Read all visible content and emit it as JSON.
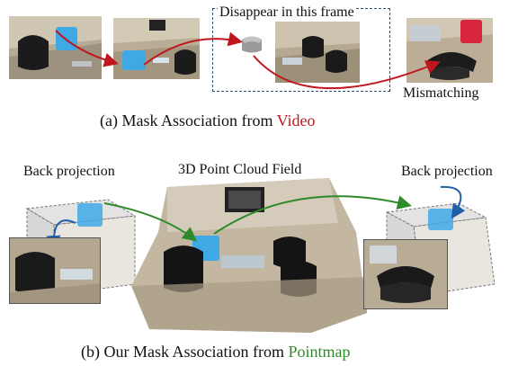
{
  "panel_a": {
    "label_disappear": "Disappear in this frame",
    "label_mismatching": "Mismatching",
    "caption_prefix": "(a) Mask Association from ",
    "caption_highlight": "Video"
  },
  "panel_b": {
    "label_back_projection_left": "Back projection",
    "label_point_cloud": "3D Point Cloud Field",
    "label_back_projection_right": "Back projection",
    "caption_prefix": "(b) Our Mask Association from ",
    "caption_highlight": "Pointmap"
  },
  "colors": {
    "video_highlight": "#c0161d",
    "pointmap_highlight": "#2f8a2b",
    "mask_blue": "#3fa9e6",
    "mask_red": "#d7263d",
    "dashed_box": "#2a4d7a"
  },
  "icons": [
    "chair-photo",
    "point-cloud",
    "arrow-curve"
  ]
}
